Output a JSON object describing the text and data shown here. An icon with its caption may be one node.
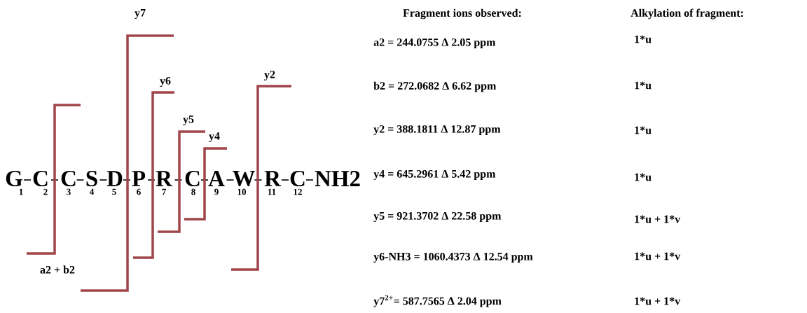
{
  "diagram": {
    "labels": [
      "G",
      "C",
      "C",
      "S",
      "D",
      "P",
      "R",
      "C",
      "A",
      "W",
      "R",
      "C",
      "NH2",
      "1",
      "2",
      "3",
      "4",
      "5",
      "6",
      "7",
      "8",
      "9",
      "10",
      "11",
      "12",
      "y7",
      "y6",
      "y2",
      "y5",
      "y4",
      "a2 + b2",
      "Fragment ions observed:",
      "Alkylation of fragment:",
      "a2 = 244.0755 Δ 2.05 ppm",
      "1*u",
      "b2 = 272.0682 Δ 6.62 ppm",
      "1*u",
      "y2 = 388.1811 Δ 12.87 ppm",
      "1*u",
      "y4 = 645.2961 Δ 5.42 ppm",
      "1*u",
      "y5 = 921.3702 Δ 22.58 ppm",
      "1*u + 1*v",
      "y6-NH3 = 1060.4373 Δ 12.54 ppm",
      "1*u + 1*v",
      "y7$^{2+}$= 587.7565 Δ 2.04 ppm",
      "1*u + 1*v"
    ]
  }
}
